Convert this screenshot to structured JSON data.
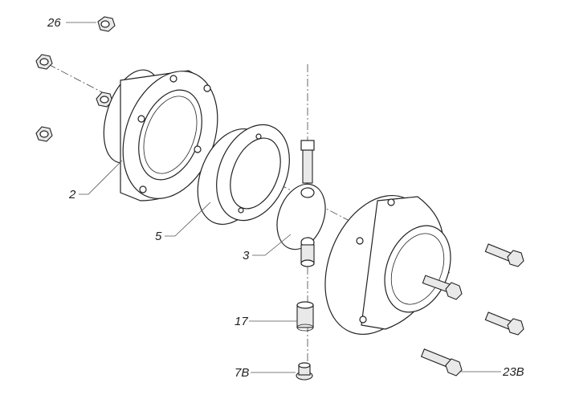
{
  "callouts": [
    {
      "id": "26",
      "text": "26"
    },
    {
      "id": "2",
      "text": "2"
    },
    {
      "id": "5",
      "text": "5"
    },
    {
      "id": "3",
      "text": "3"
    },
    {
      "id": "17",
      "text": "17"
    },
    {
      "id": "7B",
      "text": "7B"
    },
    {
      "id": "23B",
      "text": "23B"
    }
  ]
}
